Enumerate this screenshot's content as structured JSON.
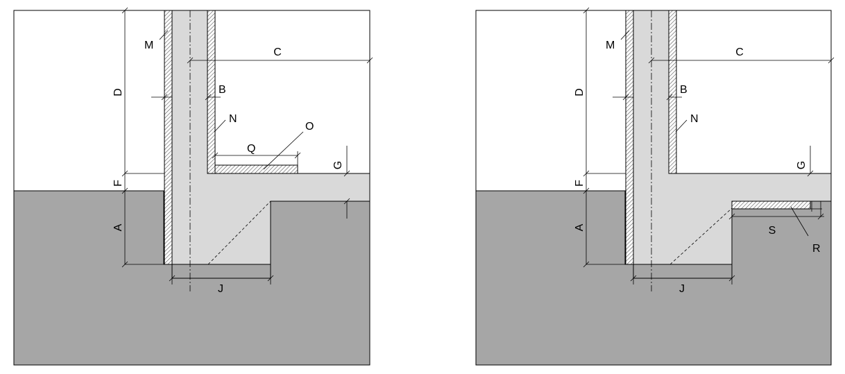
{
  "panels": [
    {
      "labels": {
        "M": "M",
        "D": "D",
        "C": "C",
        "B": "B",
        "N": "N",
        "O": "O",
        "Q": "Q",
        "G": "G",
        "F": "F",
        "A": "A",
        "J": "J"
      }
    },
    {
      "labels": {
        "M": "M",
        "D": "D",
        "C": "C",
        "B": "B",
        "N": "N",
        "G": "G",
        "F": "F",
        "A": "A",
        "S": "S",
        "R": "R",
        "J": "J"
      }
    }
  ],
  "colors": {
    "ground": "#a6a6a6",
    "concrete": "#d9d9d9",
    "line": "#000000",
    "background": "#ffffff"
  }
}
